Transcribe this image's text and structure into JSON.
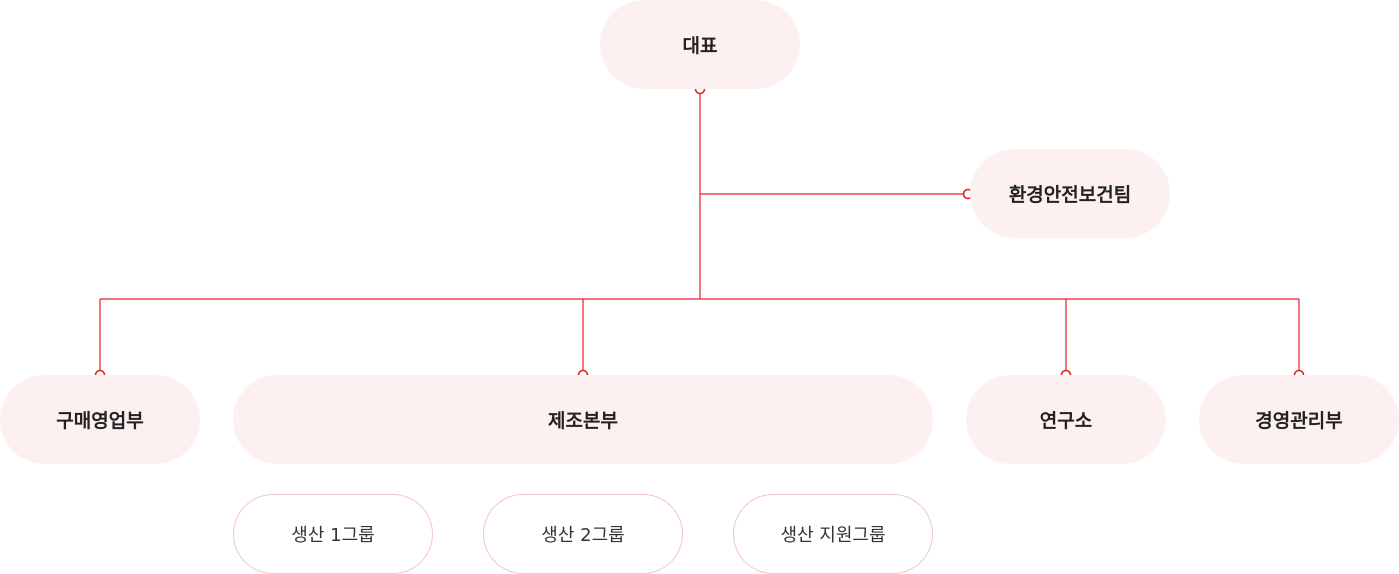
{
  "colors": {
    "connector": "#e2222a",
    "node_fill": "#fdf0f0",
    "sub_border": "#f2c6c6",
    "text": "#222222"
  },
  "nodes": {
    "ceo": "대표",
    "safety_team": "환경안전보건팀",
    "purchasing_sales": "구매영업부",
    "manufacturing": "제조본부",
    "research_lab": "연구소",
    "management": "경영관리부"
  },
  "sub_groups": {
    "production_1": "생산 1그룹",
    "production_2": "생산 2그룹",
    "production_support": "생산 지원그룹"
  }
}
